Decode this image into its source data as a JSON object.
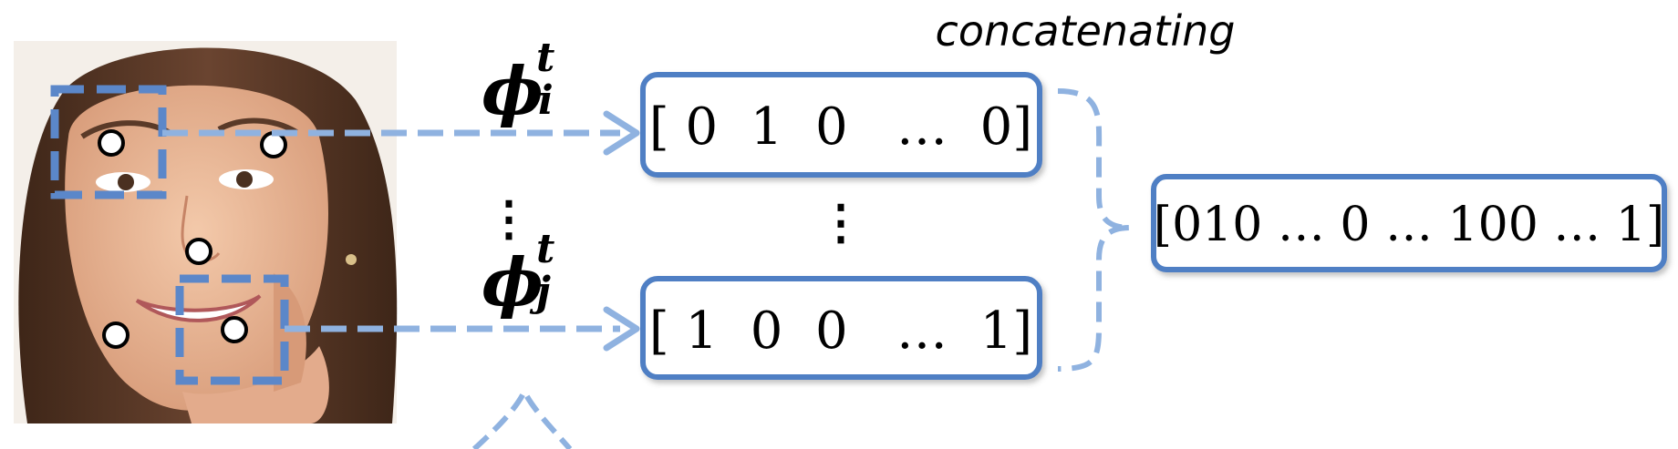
{
  "header": {
    "operation_label": "concatenating"
  },
  "features": {
    "top": {
      "symbol": "ϕ",
      "superscript": "t",
      "subscript": "i",
      "vector": "[ 0  1  0   …  0]"
    },
    "bottom": {
      "symbol": "ϕ",
      "superscript": "t",
      "subscript": "j",
      "vector": "[ 1  0  0   …  1]"
    },
    "ellipsis": "⋮"
  },
  "result": {
    "vector": "[010 … 0 … 100 … 1]"
  },
  "colors": {
    "accent": "#5b87c9",
    "dashed_light": "#8fb2e0",
    "box_border": "#4f7fc4",
    "skin": "#e8b596",
    "hair": "#5a3a28"
  }
}
